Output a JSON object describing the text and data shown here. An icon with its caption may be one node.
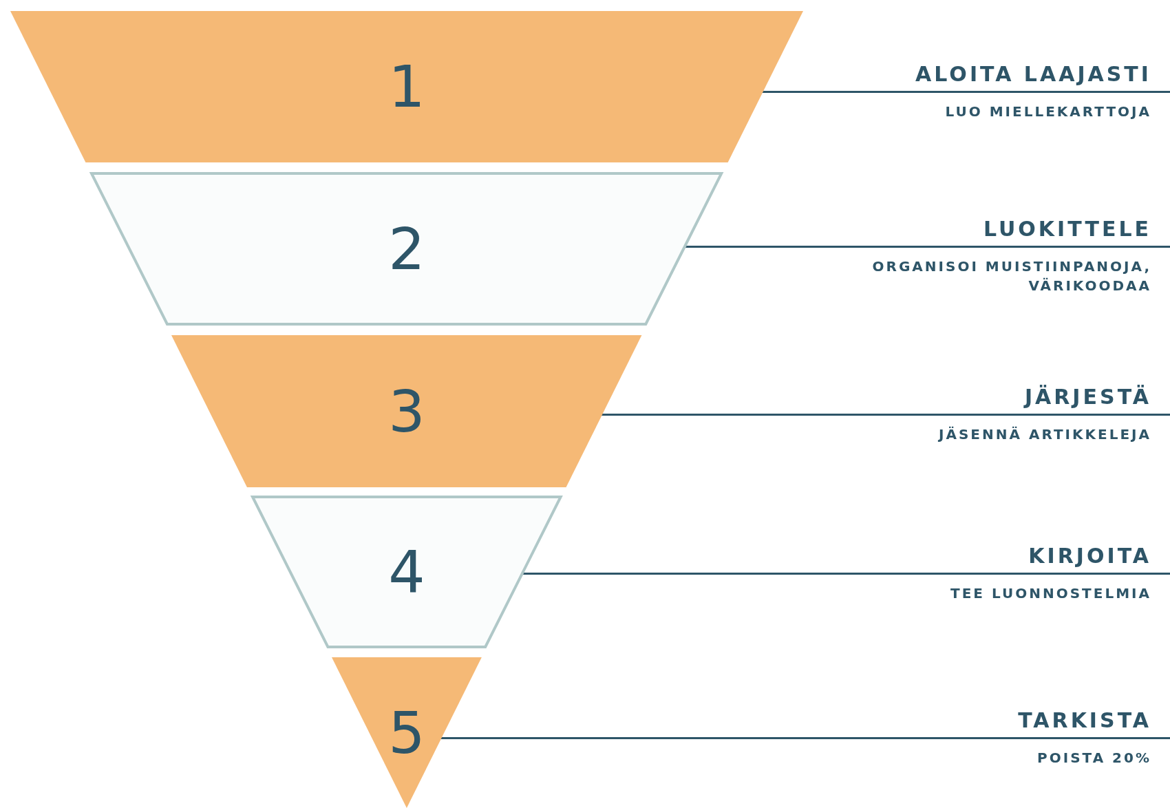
{
  "diagram": {
    "nodes": [
      {
        "text": [
          "1"
        ]
      },
      {
        "text": [
          "2"
        ]
      },
      {
        "text": [
          "3"
        ]
      },
      {
        "text": [
          "4"
        ]
      },
      {
        "text": [
          "5"
        ]
      },
      {
        "text": [
          "ALOITA LAAJASTI",
          "LUO MIELLEKARTTOJA"
        ]
      },
      {
        "text": [
          "LUOKITTELE",
          "ORGANISOI MUISTIINPANOJA, VÄRIKOODAA"
        ]
      },
      {
        "text": [
          "JÄRJESTÄ",
          "JÄSENNÄ ARTIKKELEJA"
        ]
      },
      {
        "text": [
          "KIRJOITA",
          "TEE LUONNOSTELMIA"
        ]
      },
      {
        "text": [
          "TARKISTA",
          "POISTA 20%"
        ]
      }
    ],
    "edges": [
      {
        "from": 0,
        "to": 5,
        "arrow": "none"
      },
      {
        "from": 1,
        "to": 6,
        "arrow": "none"
      },
      {
        "from": 2,
        "to": 7,
        "arrow": "none"
      },
      {
        "from": 3,
        "to": 8,
        "arrow": "none"
      },
      {
        "from": 4,
        "to": 9,
        "arrow": "none"
      }
    ]
  }
}
